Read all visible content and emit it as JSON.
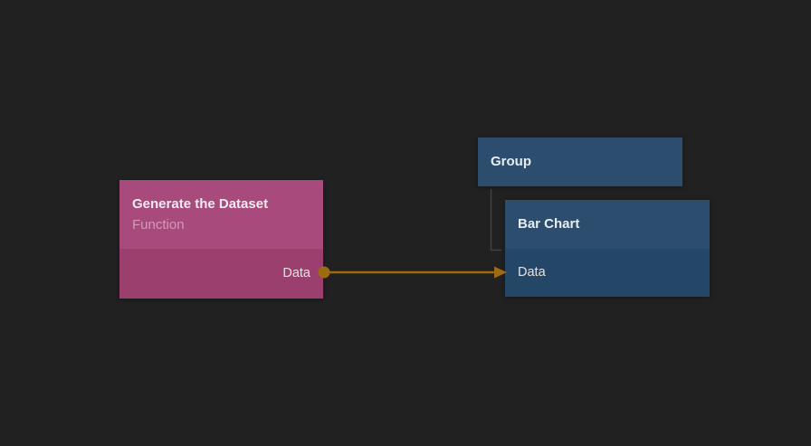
{
  "canvas": {
    "background": "#212121"
  },
  "nodes": [
    {
      "id": "generate-the-dataset",
      "title": "Generate the Dataset",
      "subtitle": "Function",
      "colors": {
        "header": "#a84a7c",
        "body": "#9a3f6e"
      },
      "outputs": [
        {
          "label": "Data"
        }
      ]
    },
    {
      "id": "group",
      "title": "Group",
      "colors": {
        "header": "#2c4d6d"
      },
      "children": [
        "bar-chart"
      ]
    },
    {
      "id": "bar-chart",
      "title": "Bar Chart",
      "colors": {
        "header": "#2c4d6d",
        "body": "#254767"
      },
      "inputs": [
        {
          "label": "Data"
        }
      ]
    }
  ],
  "connections": [
    {
      "from": "generate-the-dataset:Data",
      "to": "bar-chart:Data",
      "color": "#9f6b10"
    }
  ],
  "group_link": {
    "from": "group",
    "to": "bar-chart",
    "color": "#414141"
  }
}
